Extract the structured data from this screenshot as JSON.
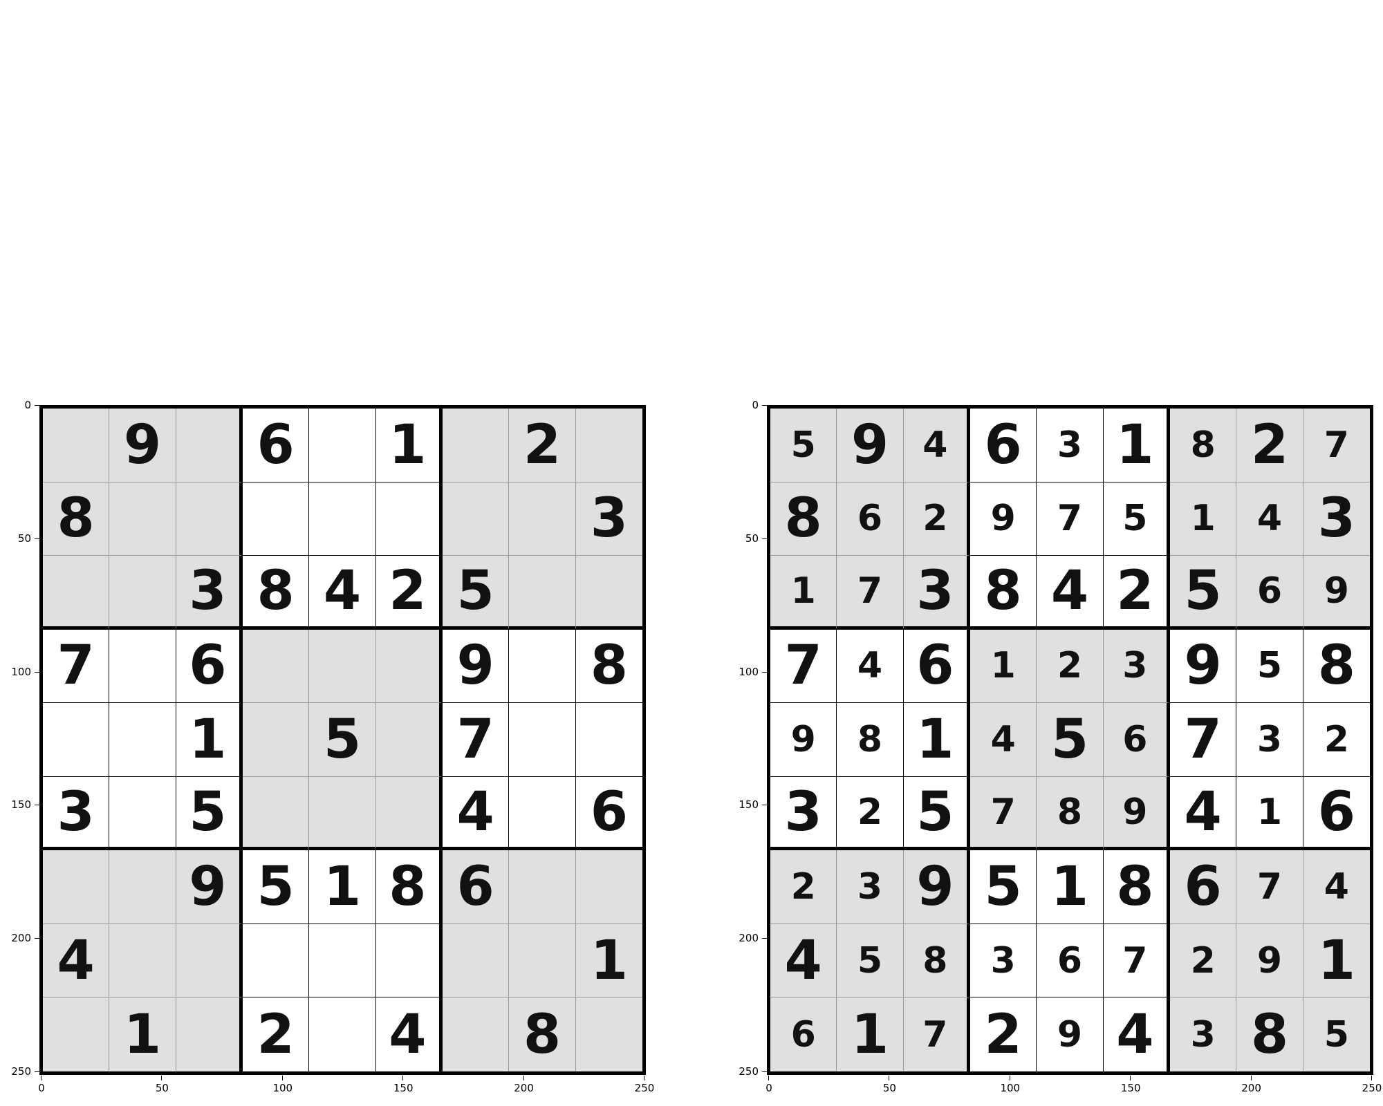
{
  "axes": {
    "y_ticks": [
      "0",
      "50",
      "100",
      "150",
      "200",
      "250"
    ],
    "x_ticks": [
      "0",
      "50",
      "100",
      "150",
      "200",
      "250"
    ]
  },
  "puzzle": {
    "rows": [
      [
        "",
        "9",
        "",
        "6",
        "",
        "1",
        "",
        "2",
        ""
      ],
      [
        "8",
        "",
        "",
        "",
        "",
        "",
        "",
        "",
        "3"
      ],
      [
        "",
        "",
        "3",
        "8",
        "4",
        "2",
        "5",
        "",
        ""
      ],
      [
        "7",
        "",
        "6",
        "",
        "",
        "",
        "9",
        "",
        "8"
      ],
      [
        "",
        "",
        "1",
        "",
        "5",
        "",
        "7",
        "",
        ""
      ],
      [
        "3",
        "",
        "5",
        "",
        "",
        "",
        "4",
        "",
        "6"
      ],
      [
        "",
        "",
        "9",
        "5",
        "1",
        "8",
        "6",
        "",
        ""
      ],
      [
        "4",
        "",
        "",
        "",
        "",
        "",
        "",
        "",
        "1"
      ],
      [
        "",
        "1",
        "",
        "2",
        "",
        "4",
        "",
        "8",
        ""
      ]
    ]
  },
  "solution": {
    "rows": [
      [
        "5",
        "9",
        "4",
        "6",
        "3",
        "1",
        "8",
        "2",
        "7"
      ],
      [
        "8",
        "6",
        "2",
        "9",
        "7",
        "5",
        "1",
        "4",
        "3"
      ],
      [
        "1",
        "7",
        "3",
        "8",
        "4",
        "2",
        "5",
        "6",
        "9"
      ],
      [
        "7",
        "4",
        "6",
        "1",
        "2",
        "3",
        "9",
        "5",
        "8"
      ],
      [
        "9",
        "8",
        "1",
        "4",
        "5",
        "6",
        "7",
        "3",
        "2"
      ],
      [
        "3",
        "2",
        "5",
        "7",
        "8",
        "9",
        "4",
        "1",
        "6"
      ],
      [
        "2",
        "3",
        "9",
        "5",
        "1",
        "8",
        "6",
        "7",
        "4"
      ],
      [
        "4",
        "5",
        "8",
        "3",
        "6",
        "7",
        "2",
        "9",
        "1"
      ],
      [
        "6",
        "1",
        "7",
        "2",
        "9",
        "4",
        "3",
        "8",
        "5"
      ]
    ]
  },
  "colors": {
    "shaded_box": "#e0e0e0",
    "white_box": "#ffffff",
    "grid_line": "#000000"
  }
}
